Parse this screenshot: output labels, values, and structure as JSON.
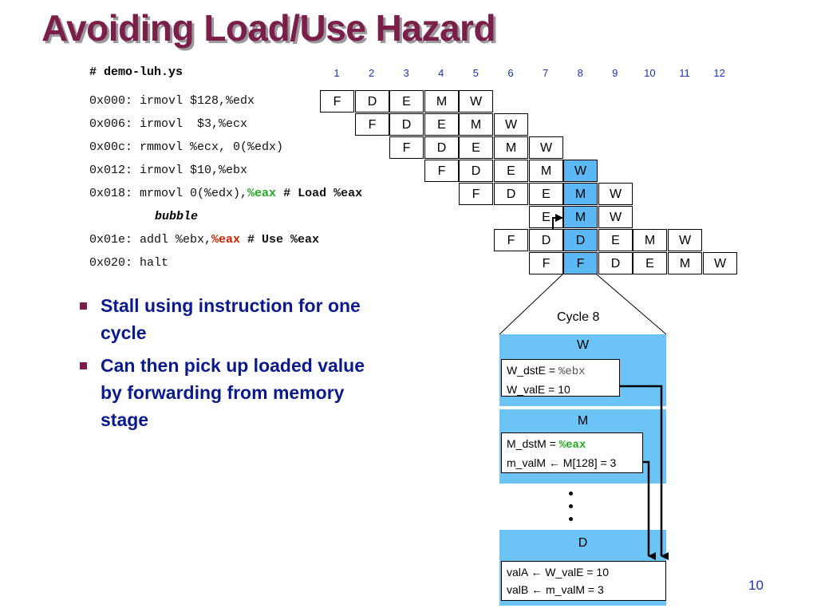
{
  "title": "Avoiding Load/Use Hazard",
  "file_header": "# demo-luh.ys",
  "cycles": [
    "1",
    "2",
    "3",
    "4",
    "5",
    "6",
    "7",
    "8",
    "9",
    "10",
    "11",
    "12"
  ],
  "instructions": [
    {
      "pre": "0x000: irmovl $128,%edx",
      "hi": "",
      "post": ""
    },
    {
      "pre": "0x006: irmovl  $3,%ecx",
      "hi": "",
      "post": ""
    },
    {
      "pre": "0x00c: rmmovl %ecx, 0(%edx)",
      "hi": "",
      "post": ""
    },
    {
      "pre": "0x012: irmovl $10,%ebx",
      "hi": "",
      "post": ""
    },
    {
      "pre": "0x018: mrmovl 0(%edx),",
      "hi": "%eax",
      "post": " # Load %eax"
    },
    {
      "pre": "",
      "hi": "",
      "post": ""
    },
    {
      "pre": "0x01e: addl %ebx,",
      "hi": "%eax",
      "post": " # Use %eax"
    },
    {
      "pre": "0x020: halt",
      "hi": "",
      "post": ""
    }
  ],
  "bubble_label": "bubble",
  "pipeline": [
    {
      "start": 1,
      "stages": [
        "F",
        "D",
        "E",
        "M",
        "W"
      ]
    },
    {
      "start": 2,
      "stages": [
        "F",
        "D",
        "E",
        "M",
        "W"
      ]
    },
    {
      "start": 3,
      "stages": [
        "F",
        "D",
        "E",
        "M",
        "W"
      ]
    },
    {
      "start": 4,
      "stages": [
        "F",
        "D",
        "E",
        "M",
        "W"
      ]
    },
    {
      "start": 5,
      "stages": [
        "F",
        "D",
        "E",
        "M",
        "W"
      ]
    },
    {
      "start": 7,
      "stages": [
        "E",
        "M",
        "W"
      ]
    },
    {
      "start": 6,
      "stages": [
        "F",
        "D",
        "D",
        "E",
        "M",
        "W"
      ]
    },
    {
      "start": 7,
      "stages": [
        "F",
        "F",
        "D",
        "E",
        "M",
        "W"
      ]
    }
  ],
  "highlight_cycle": 8,
  "bullets": [
    "Stall using instruction for one cycle",
    "Can then pick up loaded value by forwarding from memory stage"
  ],
  "detail": {
    "cycle_label": "Cycle 8",
    "w_stage": "W",
    "w_dstE_label": "W_dstE = ",
    "w_dstE_value": "%ebx",
    "w_valE": "W_valE = 10",
    "m_stage": "M",
    "m_dstM_label": "M_dstM = ",
    "m_dstM_value": "%eax",
    "m_valM": "m_valM ← M[128] = 3",
    "d_stage": "D",
    "d_valA": "valA ← W_valE = 10",
    "d_valB": "valB ← m_valM = 3"
  },
  "page_number": "10"
}
